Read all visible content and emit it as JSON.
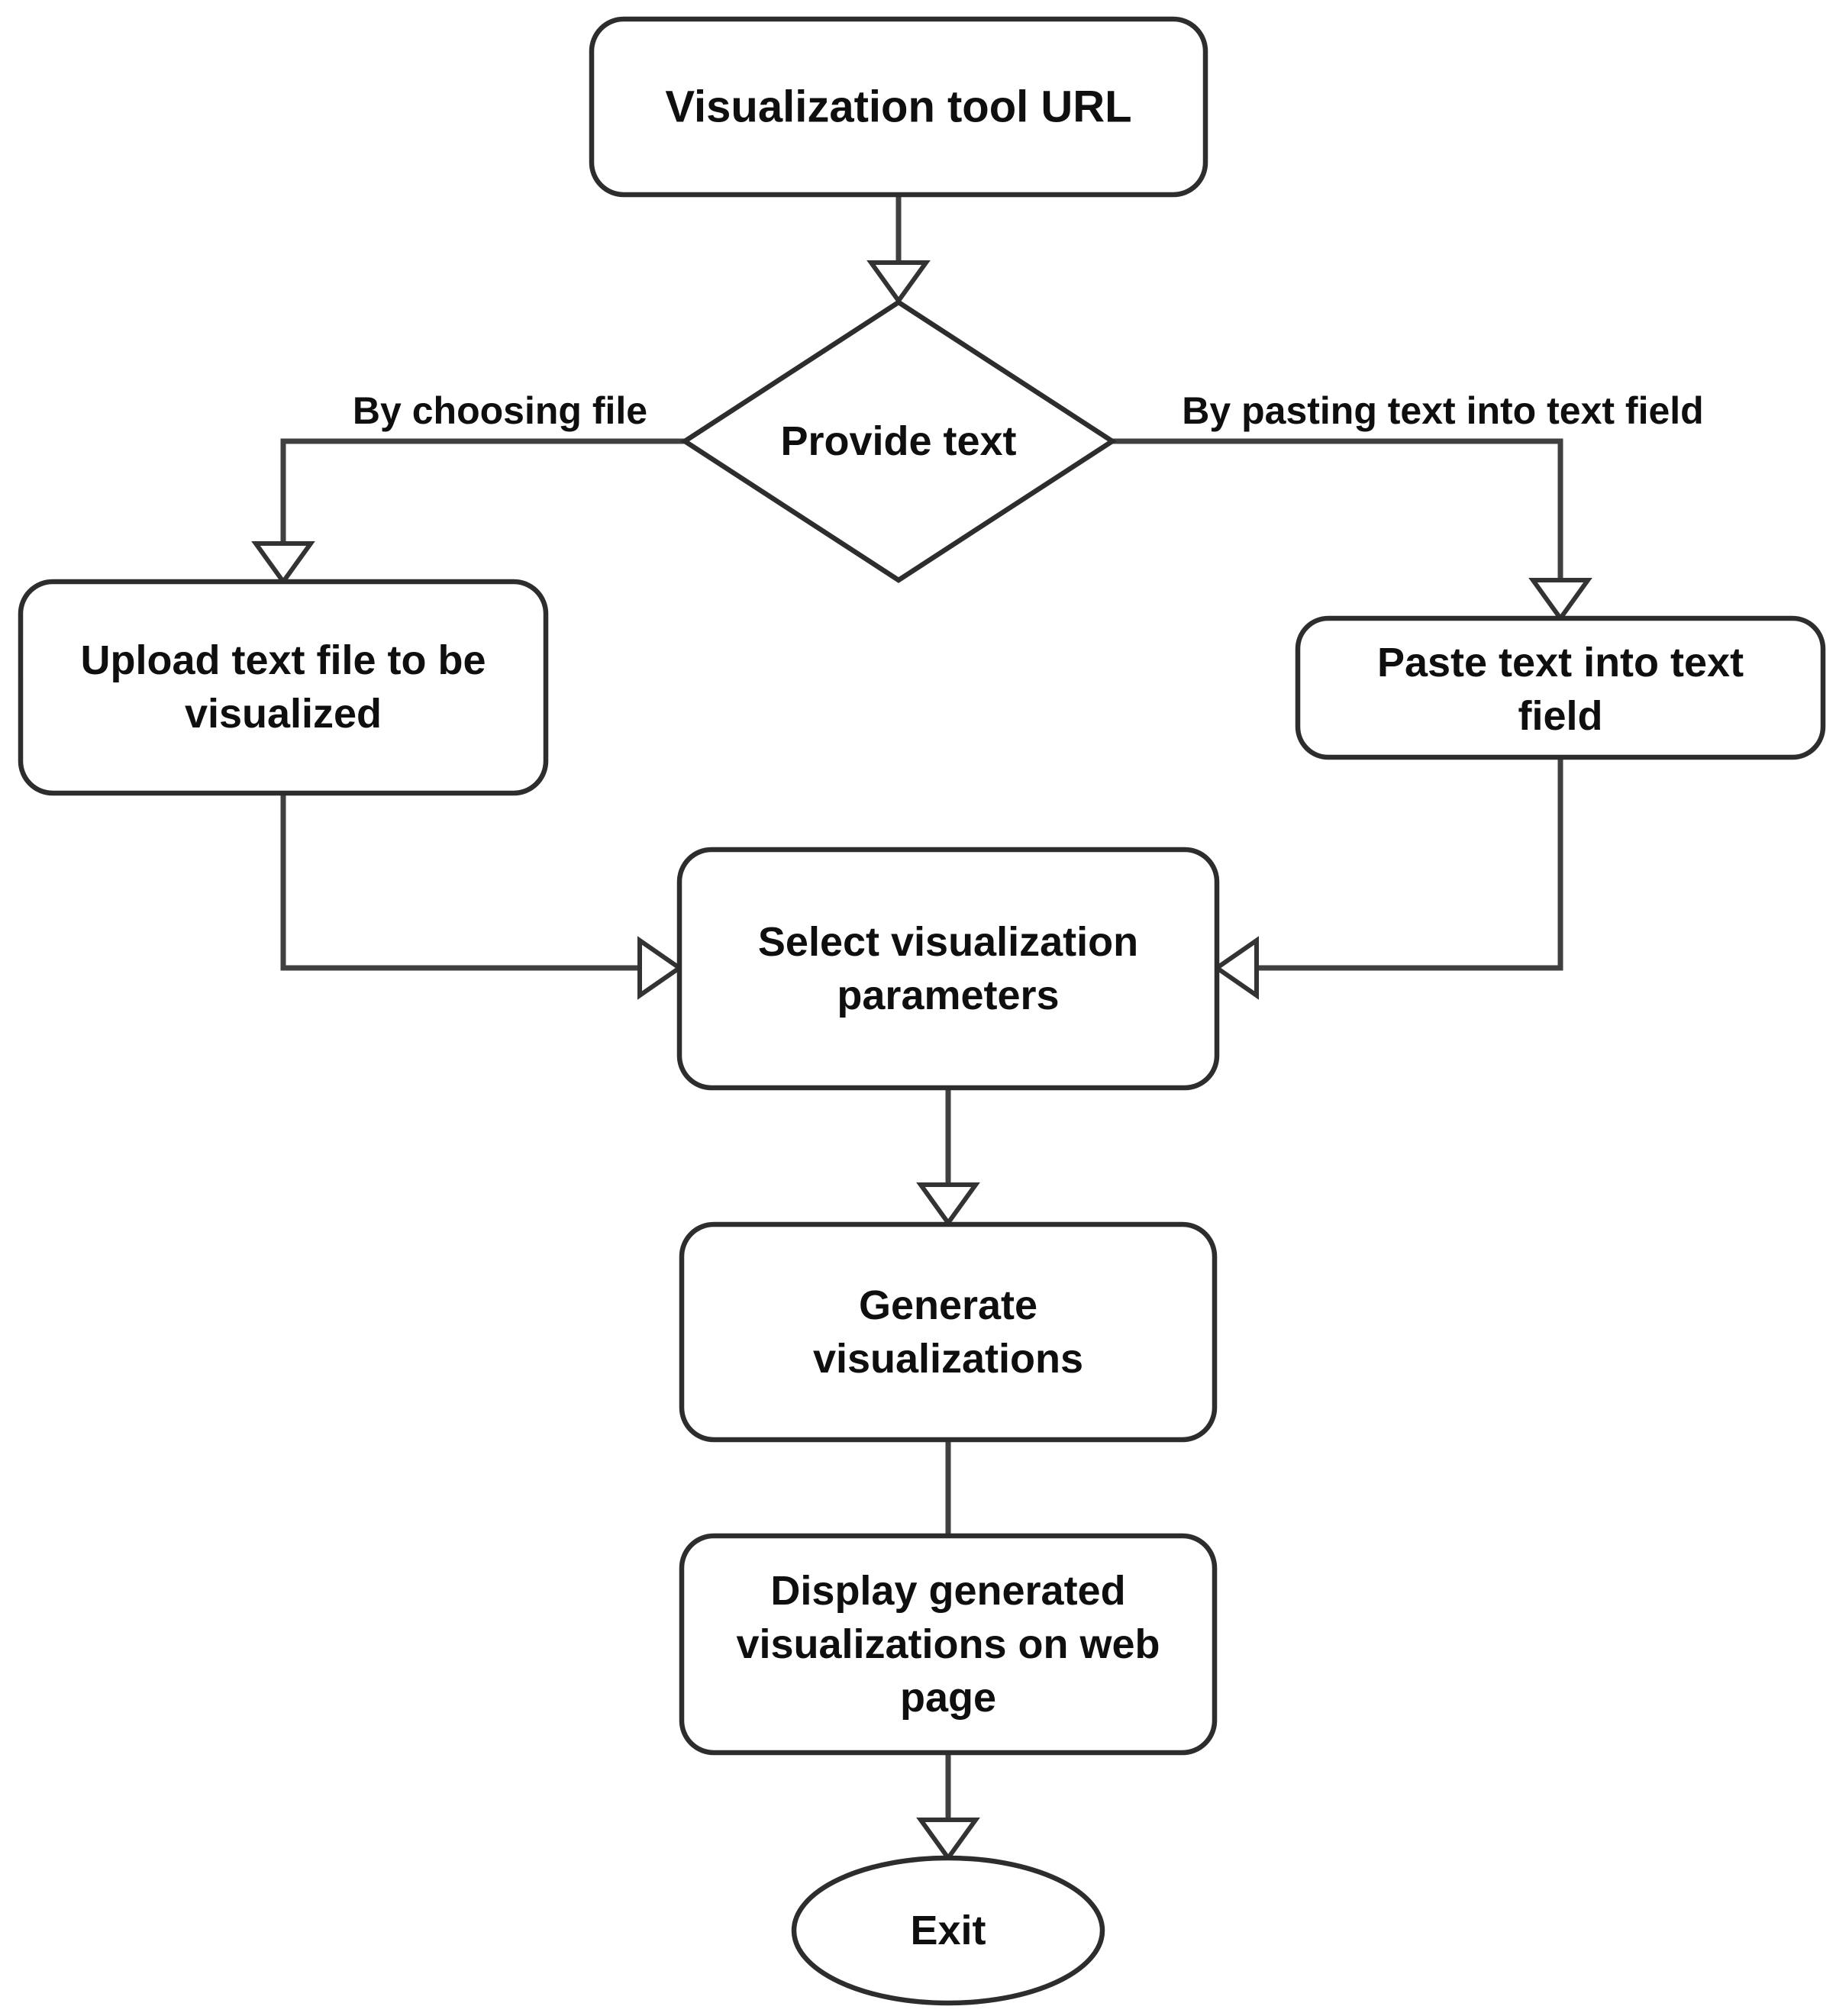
{
  "figure": {
    "background": "#ffffff",
    "shape_stroke_color": "#2d2d2d",
    "connector_color": "#404040",
    "text_color": "#0f0f0f"
  },
  "nodes": {
    "start": {
      "type": "rounded-rectangle",
      "label": "Visualization tool URL",
      "lines": [
        "Visualization tool URL"
      ]
    },
    "decision": {
      "type": "decision-diamond",
      "label": "Provide text",
      "lines": [
        "Provide text"
      ]
    },
    "upload": {
      "type": "rounded-rectangle",
      "label": "Upload text file to be visualized",
      "lines": [
        "Upload text file to be",
        "visualized"
      ]
    },
    "paste": {
      "type": "rounded-rectangle",
      "label": "Paste text into text field",
      "lines": [
        "Paste text into text",
        "field"
      ]
    },
    "select": {
      "type": "rounded-rectangle",
      "label": "Select visualization parameters",
      "lines": [
        "Select visualization",
        "parameters"
      ]
    },
    "generate": {
      "type": "rounded-rectangle",
      "label": "Generate visualizations",
      "lines": [
        "Generate",
        "visualizations"
      ]
    },
    "display": {
      "type": "rounded-rectangle",
      "label": "Display generated visualizations on web page",
      "lines": [
        "Display generated",
        "visualizations on web",
        "page"
      ]
    },
    "exit": {
      "type": "ellipse",
      "label": "Exit",
      "lines": [
        "Exit"
      ]
    }
  },
  "edge_labels": {
    "choose_file": "By choosing file",
    "paste_text": "By pasting text into text field"
  }
}
